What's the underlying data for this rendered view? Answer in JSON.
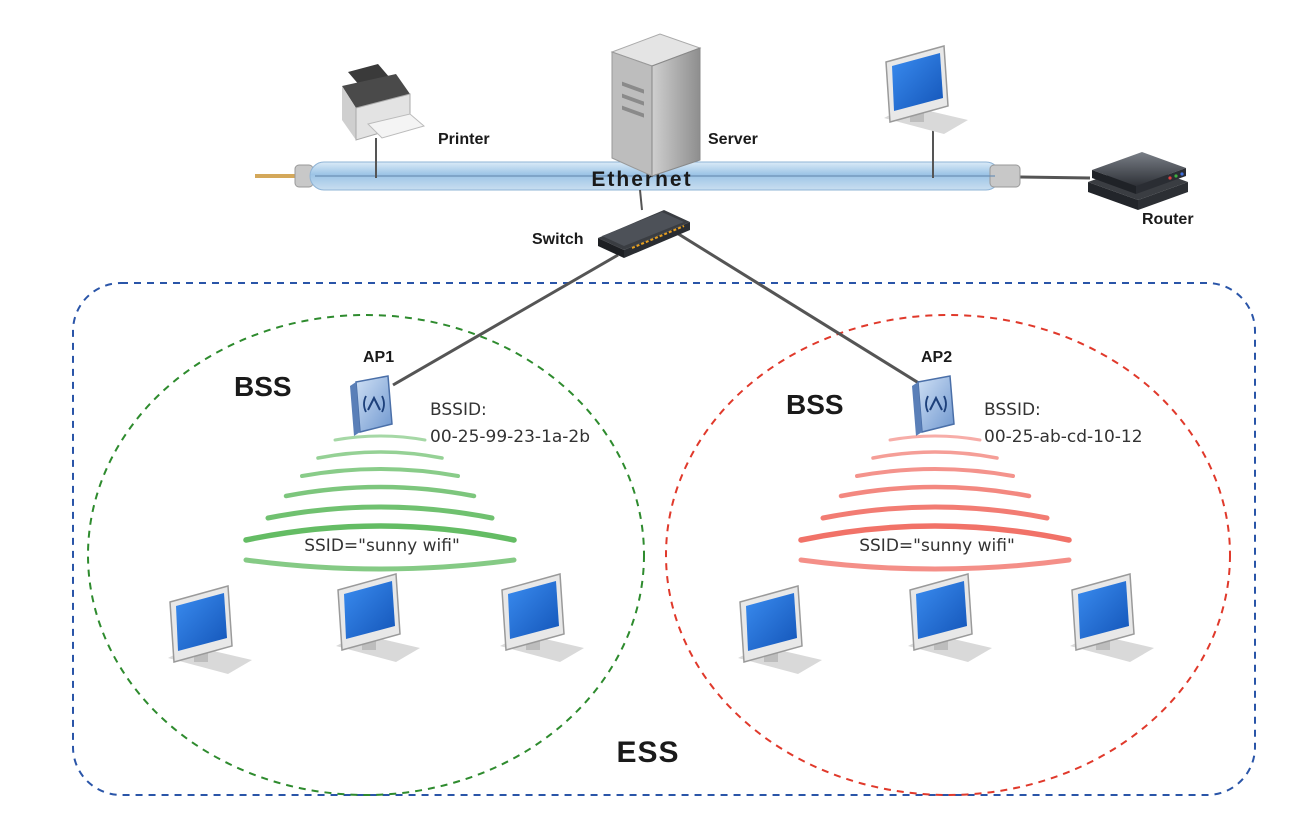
{
  "labels": {
    "printer": "Printer",
    "server": "Server",
    "router": "Router",
    "switch": "Switch",
    "ethernet": "Ethernet",
    "ess": "ESS"
  },
  "bss": [
    {
      "label": "BSS",
      "ap_label": "AP1",
      "bssid_label": "BSSID:",
      "bssid_value": "00-25-99-23-1a-2b",
      "ssid": "SSID=\"sunny wifi\"",
      "color": "#2e8b2e",
      "wave_color": "#5cb85c"
    },
    {
      "label": "BSS",
      "ap_label": "AP2",
      "bssid_label": "BSSID:",
      "bssid_value": "00-25-ab-cd-10-12",
      "ssid": "SSID=\"sunny wifi\"",
      "color": "#e0392b",
      "wave_color": "#f06a60"
    }
  ],
  "colors": {
    "ess_border": "#2a55a8",
    "cable_link": "#555555",
    "ethernet_tube": "#a9cdea",
    "monitor_screen": "#1f6fd6"
  },
  "icons": {
    "printer": "printer-icon",
    "server": "server-icon",
    "router": "router-icon",
    "switch": "switch-icon",
    "ap": "wireless-access-point-icon",
    "client": "desktop-monitor-icon"
  }
}
